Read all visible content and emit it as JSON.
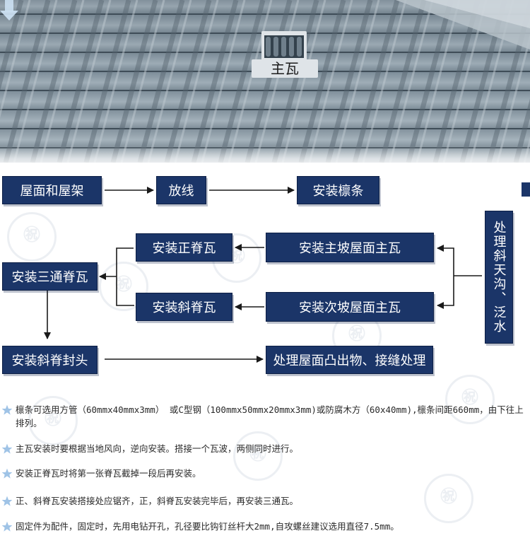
{
  "photo": {
    "tile_label": "主瓦"
  },
  "flow": {
    "roof_frame": "屋面和屋架",
    "layout_lines": "放线",
    "install_purlins": "安装檩条",
    "handle_valley": "处理斜天沟、泛水",
    "install_main_slope": "安装主坡屋面主瓦",
    "install_secondary_slope": "安装次坡屋面主瓦",
    "install_ridge": "安装正脊瓦",
    "install_hip_ridge": "安装斜脊瓦",
    "install_three_way": "安装三通脊瓦",
    "install_hip_cap": "安装斜脊封头",
    "handle_protrusions": "处理屋面凸出物、接缝处理"
  },
  "notes": [
    "檩条可选用方管（60mmx40mmx3mm） 或C型钢（100mmx50mmx20mmx3mm)或防腐木方（60x40mm),檩条间距660mm，由下往上排列。",
    "主瓦安装时要根据当地风向，逆向安装。搭接一个瓦波，两侧同时进行。",
    "安装正脊瓦时将第一张脊瓦截掉一段后再安装。",
    "正、斜脊瓦安装搭接处应锯齐，正，斜脊瓦安装完毕后，再安装三通瓦。",
    "固定件为配件，固定时，先用电钻开孔，孔径要比钩钉丝杆大2mm,自攻螺丝建议选用直径7.5mm。"
  ],
  "colors": {
    "box_fill": "#1b3568",
    "box_text": "#ffffff",
    "arrow": "#1a1a1a",
    "star": "#9fc3e6"
  },
  "icons": {
    "tile": "roof-tile-icon",
    "arrow": "down-arrow-icon",
    "bullet": "star-icon"
  }
}
